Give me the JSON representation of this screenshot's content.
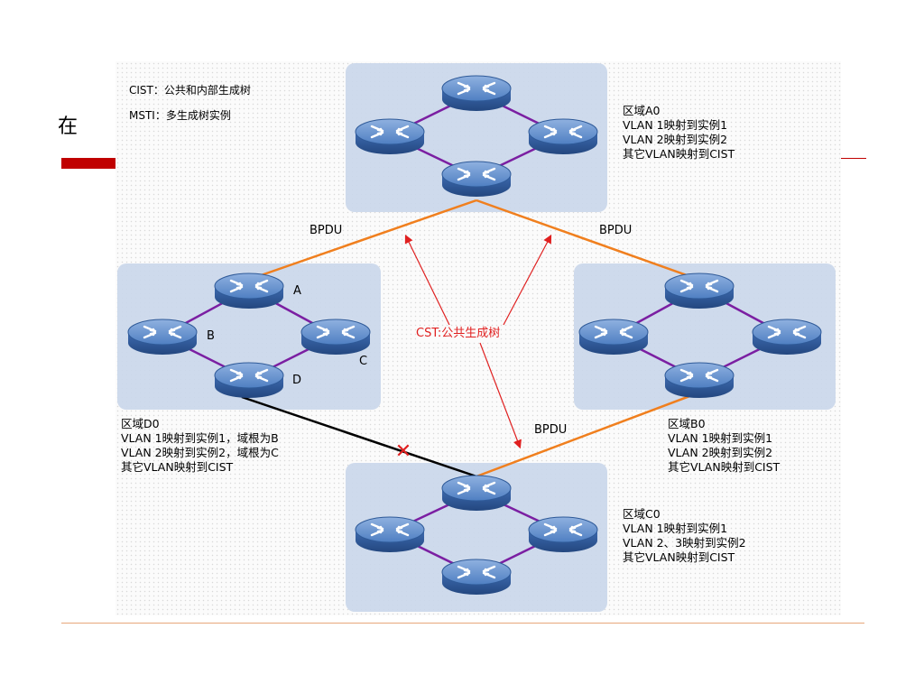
{
  "slide_char": "在",
  "legend": [
    "CIST：公共和内部生成树",
    "MSTI：多生成树实例"
  ],
  "regions": {
    "A0": [
      "区域A0",
      "VLAN 1映射到实例1",
      "VLAN 2映射到实例2",
      "其它VLAN映射到CIST"
    ],
    "B0": [
      "区域B0",
      "VLAN 1映射到实例1",
      "VLAN 2映射到实例2",
      "其它VLAN映射到CIST"
    ],
    "C0": [
      "区域C0",
      "VLAN 1映射到实例1",
      "VLAN 2、3映射到实例2",
      "其它VLAN映射到CIST"
    ],
    "D0": [
      "区域D0",
      "VLAN 1映射到实例1，域根为B",
      "VLAN 2映射到实例2，域根为C",
      "其它VLAN映射到CIST"
    ]
  },
  "bpdu_label": "BPDU",
  "cst_label": "CST:公共生成树",
  "node_letters": [
    "A",
    "B",
    "C",
    "D"
  ],
  "blocked_marker": "✕",
  "colors": {
    "slide_accent": "#c00000",
    "region_fill": "#c9d6ea",
    "ring_link": "#7b1fa2",
    "cst_link": "#f07f1e",
    "blocked_link": "#000000",
    "cst_arrows": "#e02020",
    "switch_body": "#4f7fc2"
  },
  "icons": {
    "switch": "network-switch-icon",
    "blocked": "blocked-x-icon"
  }
}
